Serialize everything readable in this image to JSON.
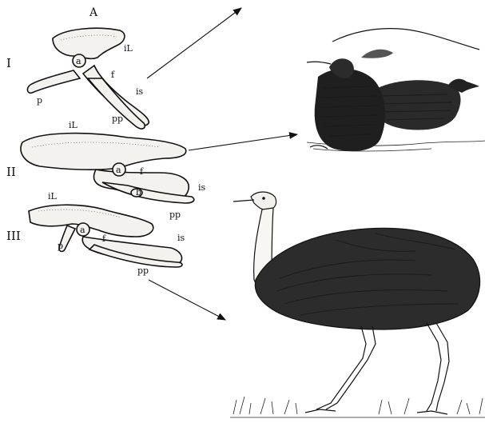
{
  "figure": {
    "panel_letter": "A",
    "pelvis_rows": [
      {
        "numeral": "I",
        "labels": {
          "acetabulum": "a",
          "ilium": "iL",
          "femur_foramen": "f",
          "pubis": "p",
          "ischium": "is",
          "pubic_process": "pp"
        }
      },
      {
        "numeral": "II",
        "labels": {
          "acetabulum": "a",
          "ilium": "iL",
          "femur_foramen": "f",
          "b": "b",
          "ischium": "is",
          "pubic_process": "pp"
        }
      },
      {
        "numeral": "III",
        "labels": {
          "acetabulum": "a",
          "ilium": "iL",
          "femur_foramen": "f",
          "pubis": "p",
          "ischium": "is",
          "pubic_process": "pp"
        }
      }
    ],
    "illustrations": [
      "tinamou-pair-illustration",
      "rhea-illustration"
    ]
  }
}
